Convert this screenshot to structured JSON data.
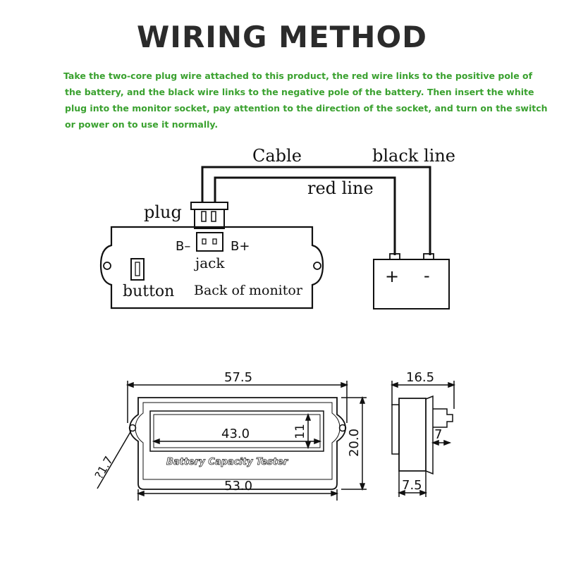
{
  "title": "WIRING METHOD",
  "instructions": [
    "Take the two-core plug wire attached to this product, the red wire links to the positive pole of",
    "the battery, and the black wire links to the negative pole of the battery. Then insert the white",
    "plug into the monitor socket, pay attention to the direction of the socket, and turn on the switch",
    "or power on to use it normally."
  ],
  "colors": {
    "title": "#2b2b2b",
    "instructions": "#3aa12f",
    "lines": "#111111"
  },
  "wiring_diagram": {
    "cable_label": "Cable",
    "black_line_label": "black line",
    "red_line_label": "red line",
    "plug_label": "plug",
    "b_minus_label": "B–",
    "b_plus_label": "B+",
    "jack_label": "jack",
    "button_label": "button",
    "back_label": "Back of monitor",
    "battery_plus": "+",
    "battery_minus": "-"
  },
  "dimensions_front": {
    "outer_width": "57.5",
    "inner_width": "43.0",
    "inner_height": "11",
    "outer_height": "20.0",
    "bottom_width": "53.0",
    "hole_dia": "?1.7",
    "product_text": "Battery Capacity Tester"
  },
  "dimensions_side": {
    "depth": "16.5",
    "tab": "7",
    "bottom": "7.5"
  }
}
